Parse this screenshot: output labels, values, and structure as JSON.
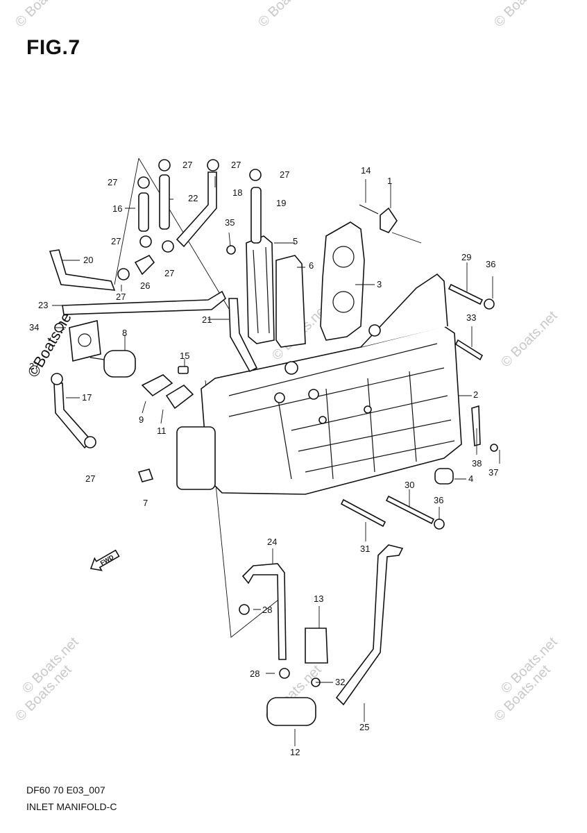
{
  "figure": {
    "title": "FIG.7",
    "code": "DF60 70 E03_007",
    "name": "INLET MANIFOLD-C",
    "fwd_label": "FWD"
  },
  "watermark": {
    "text": "© Boats.net",
    "side_text": "©Boats.net"
  },
  "callouts": [
    "1",
    "2",
    "3",
    "4",
    "5",
    "6",
    "7",
    "8",
    "9",
    "11",
    "12",
    "13",
    "14",
    "15",
    "16",
    "17",
    "18",
    "19",
    "20",
    "21",
    "22",
    "23",
    "24",
    "25",
    "26",
    "27",
    "28",
    "29",
    "30",
    "31",
    "32",
    "33",
    "34",
    "35",
    "36",
    "37",
    "38"
  ],
  "colors": {
    "ink": "#111111",
    "watermark": "#c9c9c9",
    "background": "#ffffff"
  }
}
